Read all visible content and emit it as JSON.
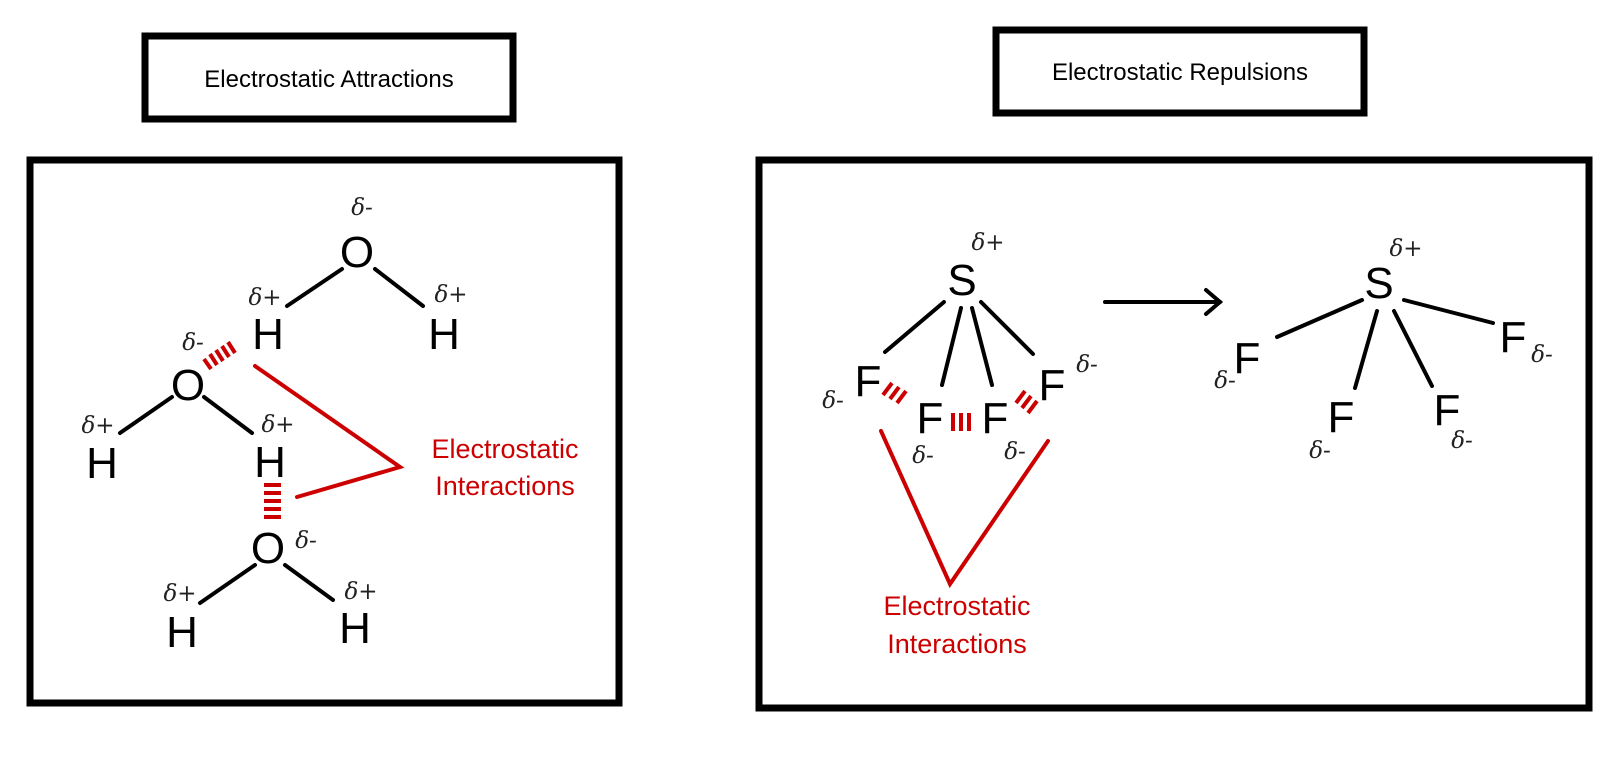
{
  "left_panel": {
    "title": "Electrostatic Attractions",
    "molecules": [
      {
        "name": "water-top",
        "atoms": {
          "O": "O",
          "H1": "H",
          "H2": "H"
        },
        "charges": {
          "O": "δ-",
          "H1": "δ+",
          "H2": "δ+"
        }
      },
      {
        "name": "water-middle",
        "atoms": {
          "O": "O",
          "H1": "H",
          "H2": "H"
        },
        "charges": {
          "O": "δ-",
          "H1": "δ+",
          "H2": "δ+"
        }
      },
      {
        "name": "water-bottom",
        "atoms": {
          "O": "O",
          "H1": "H",
          "H2": "H"
        },
        "charges": {
          "O": "δ-",
          "H1": "δ+",
          "H2": "δ+"
        }
      }
    ],
    "annotation": [
      "Electrostatic",
      "Interactions"
    ],
    "annotation_color": "#cc0000"
  },
  "right_panel": {
    "title": "Electrostatic Repulsions",
    "before": {
      "central": {
        "symbol": "S",
        "charge": "δ+"
      },
      "ligands": [
        {
          "symbol": "F",
          "charge": "δ-"
        },
        {
          "symbol": "F",
          "charge": "δ-"
        },
        {
          "symbol": "F",
          "charge": "δ-"
        },
        {
          "symbol": "F",
          "charge": "δ-"
        }
      ]
    },
    "arrow": "reaction-arrow",
    "after": {
      "central": {
        "symbol": "S",
        "charge": "δ+"
      },
      "ligands": [
        {
          "symbol": "F",
          "charge": "δ-"
        },
        {
          "symbol": "F",
          "charge": "δ-"
        },
        {
          "symbol": "F",
          "charge": "δ-"
        },
        {
          "symbol": "F",
          "charge": "δ-"
        }
      ]
    },
    "annotation": [
      "Electrostatic",
      "Interactions"
    ],
    "annotation_color": "#cc0000"
  }
}
